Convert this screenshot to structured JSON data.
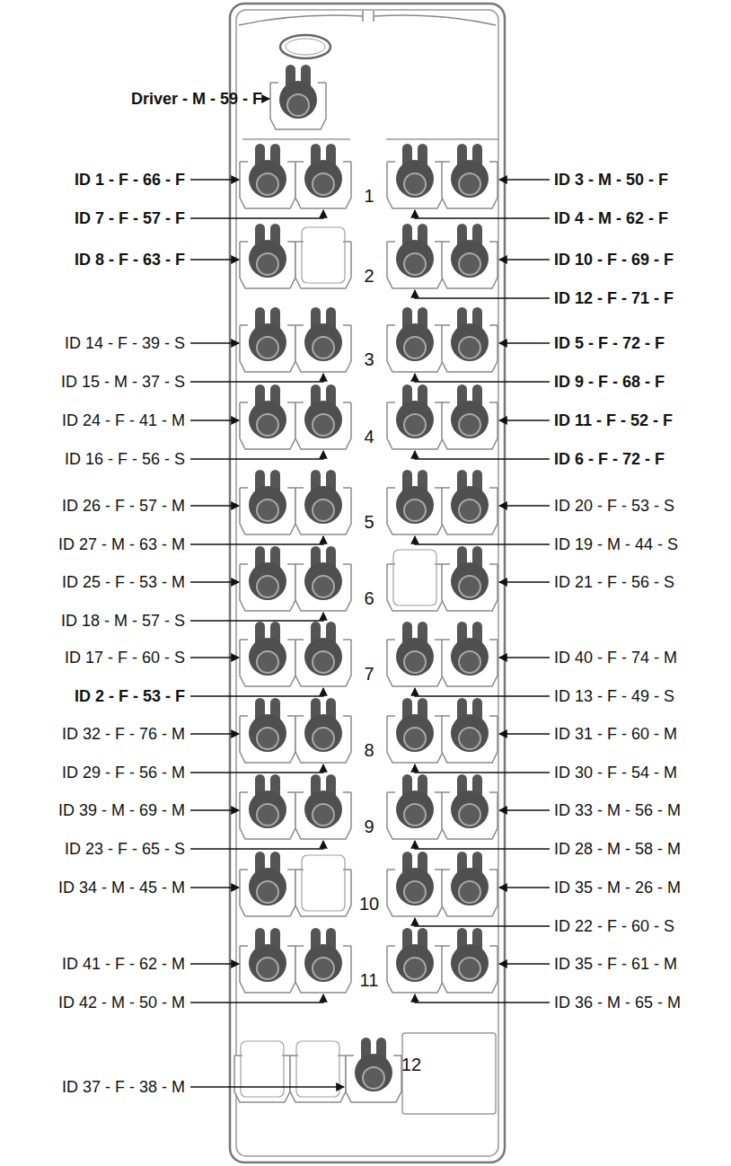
{
  "diagram": {
    "labels": [
      "Driver - M - 59 - F",
      "ID 1 - F - 66 - F",
      "ID 7 - F - 57 - F",
      "1",
      "ID 3 - M - 50 - F",
      "ID 4 - M - 62 - F",
      "ID 8 - F - 63 - F",
      "2",
      "ID 10 - F - 69 - F",
      "ID 12 - F - 71 - F",
      "ID 14 - F - 39 - S",
      "ID 15 - M - 37 - S",
      "3",
      "ID 5 - F - 72 - F",
      "ID 9 - F - 68 - F",
      "ID 24 - F - 41 - M",
      "ID 16 - F - 56 - S",
      "4",
      "ID 11 - F - 52 - F",
      "ID 6 - F - 72 - F",
      "ID 26 - F - 57 - M",
      "ID 27 - M - 63 - M",
      "5",
      "ID 20 - F - 53 - S",
      "ID 19 - M - 44 - S",
      "ID 25 - F - 53 - M",
      "ID 18 - M - 57 - S",
      "6",
      "ID 21 - F - 56 - S",
      "ID 17 - F - 60 - S",
      "ID 2 - F - 53 - F",
      "7",
      "ID 40 - F - 74 - M",
      "ID 13 - F - 49 - S",
      "ID 32 - F - 76 - M",
      "ID 29 - F - 56 - M",
      "8",
      "ID 31 - F - 60 - M",
      "ID 30 - F - 54 - M",
      "ID 39 - M - 69 - M",
      "ID 23 - F - 65 - S",
      "9",
      "ID 33 - M - 56 - M",
      "ID 28 - M - 58 - M",
      "ID 34 - M - 45 - M",
      "10",
      "ID 35 - M - 26 - M",
      "ID 22 - F - 60 - S",
      "ID 41 - F - 62 - M",
      "ID 42 - M - 50 - M",
      "11",
      "ID 35 - F - 61 - M",
      "ID 36 - M - 65 - M",
      "ID 37 - F - 38 - M",
      "12"
    ]
  }
}
